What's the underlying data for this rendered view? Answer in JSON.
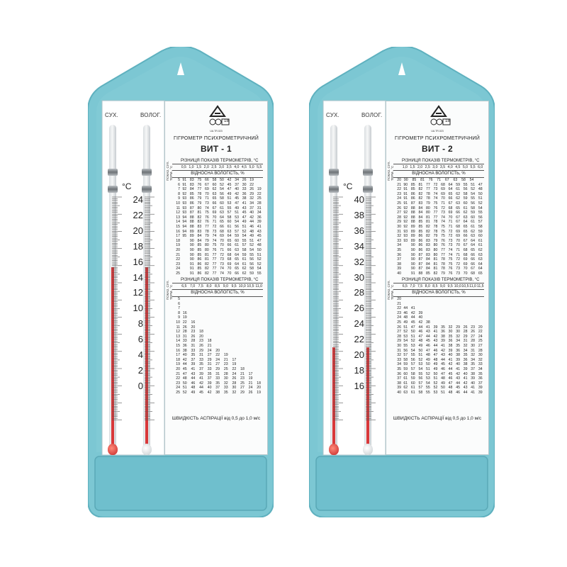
{
  "colors": {
    "body": "#7cc7d3",
    "body_dark": "#5fb1bf",
    "base": "#6fbfcd",
    "mercury": "#d9383a",
    "card": "#fbfcfc"
  },
  "units": [
    {
      "dry_label": "СУХ.",
      "wet_label": "ВОЛОГ.",
      "unit_symbol": "°C",
      "scale": [
        "24",
        "22",
        "20",
        "18",
        "16",
        "14",
        "12",
        "10",
        "8",
        "6",
        "4",
        "2",
        "0"
      ],
      "cert_mark": "UA.TR.023",
      "cert_number": "18",
      "device_title": "ГІГРОМЕТР ПСИХРОМЕТРИЧНИЙ",
      "model": "ВИТ - 1",
      "diff_header": "РІЗНИЦЯ ПОКАЗІВ ТЕРМОМЕТРІВ, °С",
      "diff_values_1": [
        "0,5",
        "1,0",
        "1,5",
        "2,0",
        "2,5",
        "3,0",
        "3,5",
        "4,0",
        "4,5",
        "5,0",
        "5,5"
      ],
      "humidity_label": "ВІДНОСНА ВОЛОГІСТЬ, %",
      "side_tag": "ПОКАЗ. СУХ. ТЕРМ., °С",
      "rows_1": [
        [
          "5",
          "91",
          "83",
          "75",
          "66",
          "58",
          "50",
          "42",
          "34",
          "26",
          "19",
          ""
        ],
        [
          "6",
          "91",
          "83",
          "76",
          "67",
          "60",
          "52",
          "45",
          "37",
          "30",
          "22",
          ""
        ],
        [
          "7",
          "92",
          "84",
          "77",
          "69",
          "62",
          "54",
          "47",
          "40",
          "33",
          "26",
          "19"
        ],
        [
          "8",
          "92",
          "85",
          "78",
          "70",
          "63",
          "56",
          "49",
          "42",
          "36",
          "29",
          "22"
        ],
        [
          "9",
          "93",
          "86",
          "79",
          "71",
          "65",
          "58",
          "51",
          "45",
          "38",
          "32",
          "25"
        ],
        [
          "10",
          "93",
          "86",
          "79",
          "73",
          "66",
          "60",
          "53",
          "47",
          "41",
          "34",
          "28"
        ],
        [
          "11",
          "93",
          "87",
          "80",
          "74",
          "67",
          "61",
          "55",
          "49",
          "43",
          "37",
          "31"
        ],
        [
          "12",
          "93",
          "87",
          "81",
          "75",
          "69",
          "63",
          "57",
          "51",
          "45",
          "40",
          "34"
        ],
        [
          "13",
          "94",
          "88",
          "82",
          "76",
          "70",
          "64",
          "58",
          "53",
          "47",
          "42",
          "36"
        ],
        [
          "14",
          "94",
          "88",
          "82",
          "76",
          "71",
          "65",
          "60",
          "54",
          "49",
          "44",
          "39"
        ],
        [
          "15",
          "94",
          "88",
          "83",
          "77",
          "72",
          "66",
          "61",
          "56",
          "51",
          "46",
          "41"
        ],
        [
          "16",
          "94",
          "89",
          "83",
          "78",
          "73",
          "68",
          "63",
          "57",
          "52",
          "48",
          "43"
        ],
        [
          "17",
          "95",
          "89",
          "84",
          "79",
          "74",
          "69",
          "64",
          "59",
          "54",
          "49",
          "45"
        ],
        [
          "18",
          "",
          "90",
          "84",
          "79",
          "74",
          "70",
          "65",
          "60",
          "55",
          "51",
          "47"
        ],
        [
          "19",
          "",
          "90",
          "85",
          "80",
          "75",
          "70",
          "66",
          "61",
          "57",
          "52",
          "48"
        ],
        [
          "20",
          "",
          "90",
          "85",
          "80",
          "76",
          "71",
          "66",
          "63",
          "58",
          "54",
          "50"
        ],
        [
          "21",
          "",
          "90",
          "85",
          "81",
          "77",
          "72",
          "68",
          "64",
          "59",
          "55",
          "51"
        ],
        [
          "22",
          "",
          "90",
          "86",
          "81",
          "77",
          "73",
          "68",
          "65",
          "61",
          "56",
          "52"
        ],
        [
          "23",
          "",
          "91",
          "86",
          "82",
          "77",
          "73",
          "69",
          "64",
          "61",
          "56",
          "52"
        ],
        [
          "24",
          "",
          "91",
          "85",
          "82",
          "77",
          "74",
          "70",
          "65",
          "62",
          "58",
          "54"
        ],
        [
          "25",
          "",
          "91",
          "86",
          "82",
          "77",
          "74",
          "70",
          "66",
          "62",
          "59",
          "55"
        ]
      ],
      "diff_values_2": [
        "6,5",
        "7,0",
        "7,5",
        "8,0",
        "8,5",
        "9,0",
        "9,5",
        "10,0",
        "10,5",
        "11,0"
      ],
      "rows_2": [
        [
          "5",
          "",
          "",
          "",
          "",
          "",
          "",
          "",
          "",
          "",
          ""
        ],
        [
          "6",
          "",
          "",
          "",
          "",
          "",
          "",
          "",
          "",
          "",
          ""
        ],
        [
          "7",
          "",
          "",
          "",
          "",
          "",
          "",
          "",
          "",
          "",
          ""
        ],
        [
          "8",
          "16",
          "",
          "",
          "",
          "",
          "",
          "",
          "",
          "",
          ""
        ],
        [
          "9",
          "19",
          "",
          "",
          "",
          "",
          "",
          "",
          "",
          "",
          ""
        ],
        [
          "10",
          "22",
          "16",
          "",
          "",
          "",
          "",
          "",
          "",
          "",
          ""
        ],
        [
          "11",
          "26",
          "20",
          "",
          "",
          "",
          "",
          "",
          "",
          "",
          ""
        ],
        [
          "12",
          "28",
          "23",
          "18",
          "",
          "",
          "",
          "",
          "",
          "",
          ""
        ],
        [
          "13",
          "31",
          "26",
          "20",
          "",
          "",
          "",
          "",
          "",
          "",
          ""
        ],
        [
          "14",
          "33",
          "28",
          "23",
          "18",
          "",
          "",
          "",
          "",
          "",
          ""
        ],
        [
          "15",
          "36",
          "31",
          "26",
          "21",
          "",
          "",
          "",
          "",
          "",
          ""
        ],
        [
          "16",
          "38",
          "33",
          "29",
          "24",
          "20",
          "",
          "",
          "",
          "",
          ""
        ],
        [
          "17",
          "40",
          "35",
          "31",
          "27",
          "22",
          "19",
          "",
          "",
          "",
          ""
        ],
        [
          "18",
          "42",
          "37",
          "33",
          "29",
          "24",
          "21",
          "17",
          "",
          "",
          ""
        ],
        [
          "19",
          "44",
          "39",
          "35",
          "31",
          "27",
          "23",
          "19",
          "",
          "",
          ""
        ],
        [
          "20",
          "45",
          "41",
          "37",
          "33",
          "29",
          "25",
          "22",
          "18",
          "",
          ""
        ],
        [
          "21",
          "47",
          "43",
          "39",
          "35",
          "31",
          "28",
          "24",
          "21",
          "17",
          ""
        ],
        [
          "22",
          "48",
          "44",
          "41",
          "37",
          "33",
          "30",
          "26",
          "23",
          "19",
          ""
        ],
        [
          "23",
          "50",
          "46",
          "42",
          "39",
          "35",
          "32",
          "28",
          "25",
          "21",
          "18"
        ],
        [
          "24",
          "51",
          "48",
          "44",
          "40",
          "37",
          "33",
          "30",
          "27",
          "24",
          "20"
        ],
        [
          "25",
          "52",
          "49",
          "45",
          "42",
          "38",
          "35",
          "32",
          "29",
          "26",
          "19"
        ]
      ],
      "aspiration": "ШВИДКІСТЬ АСПІРАЦІЇ від 0,5 до 1,0 м/с",
      "dry_level": 0.72,
      "wet_level": 0.72
    },
    {
      "dry_label": "СУХ.",
      "wet_label": "ВОЛОГ.",
      "unit_symbol": "°C",
      "scale": [
        "40",
        "38",
        "36",
        "34",
        "32",
        "30",
        "28",
        "26",
        "24",
        "22",
        "20",
        "18",
        "16"
      ],
      "cert_mark": "UA.TR.023",
      "cert_number": "18",
      "device_title": "ГІГРОМЕТР ПСИХРОМЕТРИЧНИЙ",
      "model": "ВИТ - 2",
      "diff_header": "РІЗНИЦЯ ПОКАЗІВ ТЕРМОМЕТРІВ, °С",
      "diff_values_1": [
        "1,0",
        "1,5",
        "2,0",
        "2,5",
        "3,0",
        "3,5",
        "4,0",
        "4,5",
        "5,0",
        "5,5",
        "6,0"
      ],
      "humidity_label": "ВІДНОСНА ВОЛОГІСТЬ, %",
      "side_tag": "ПОКАЗ. СУХ. ТЕРМ., °С",
      "rows_1": [
        [
          "20",
          "90",
          "85",
          "81",
          "76",
          "71",
          "67",
          "63",
          "58",
          "54",
          ""
        ],
        [
          "21",
          "90",
          "85",
          "81",
          "77",
          "72",
          "68",
          "64",
          "59",
          "55",
          "51",
          "47"
        ],
        [
          "22",
          "91",
          "85",
          "82",
          "77",
          "73",
          "69",
          "64",
          "61",
          "56",
          "52",
          "48"
        ],
        [
          "23",
          "91",
          "86",
          "82",
          "78",
          "74",
          "69",
          "65",
          "62",
          "58",
          "54",
          "50"
        ],
        [
          "24",
          "91",
          "86",
          "82",
          "78",
          "74",
          "70",
          "66",
          "62",
          "59",
          "55",
          "51"
        ],
        [
          "25",
          "91",
          "87",
          "83",
          "79",
          "75",
          "71",
          "67",
          "63",
          "60",
          "56",
          "52"
        ],
        [
          "26",
          "92",
          "88",
          "84",
          "80",
          "76",
          "72",
          "68",
          "65",
          "61",
          "58",
          "54"
        ],
        [
          "27",
          "92",
          "88",
          "84",
          "80",
          "77",
          "73",
          "69",
          "66",
          "62",
          "59",
          "55"
        ],
        [
          "28",
          "92",
          "88",
          "84",
          "81",
          "77",
          "74",
          "70",
          "67",
          "63",
          "60",
          "56"
        ],
        [
          "29",
          "92",
          "88",
          "85",
          "81",
          "78",
          "74",
          "71",
          "67",
          "64",
          "61",
          "57"
        ],
        [
          "30",
          "92",
          "89",
          "85",
          "82",
          "78",
          "75",
          "71",
          "68",
          "65",
          "61",
          "58"
        ],
        [
          "31",
          "93",
          "89",
          "85",
          "82",
          "78",
          "75",
          "72",
          "69",
          "65",
          "62",
          "59"
        ],
        [
          "32",
          "93",
          "89",
          "86",
          "82",
          "79",
          "75",
          "72",
          "69",
          "66",
          "63",
          "60"
        ],
        [
          "33",
          "93",
          "89",
          "86",
          "83",
          "79",
          "76",
          "73",
          "70",
          "67",
          "64",
          "61"
        ],
        [
          "34",
          "",
          "90",
          "86",
          "83",
          "80",
          "76",
          "73",
          "70",
          "67",
          "64",
          "61"
        ],
        [
          "35",
          "",
          "90",
          "86",
          "83",
          "80",
          "77",
          "74",
          "71",
          "68",
          "65",
          "62"
        ],
        [
          "36",
          "",
          "90",
          "87",
          "83",
          "80",
          "77",
          "74",
          "71",
          "68",
          "66",
          "63"
        ],
        [
          "37",
          "",
          "90",
          "87",
          "84",
          "81",
          "78",
          "75",
          "72",
          "69",
          "66",
          "63"
        ],
        [
          "38",
          "",
          "90",
          "87",
          "84",
          "81",
          "78",
          "75",
          "72",
          "69",
          "66",
          "64"
        ],
        [
          "39",
          "",
          "90",
          "87",
          "84",
          "81",
          "78",
          "76",
          "73",
          "70",
          "67",
          "64"
        ],
        [
          "40",
          "",
          "91",
          "88",
          "85",
          "82",
          "79",
          "76",
          "73",
          "70",
          "68",
          "65"
        ]
      ],
      "diff_values_2": [
        "6,5",
        "7,0",
        "7,5",
        "8,0",
        "8,5",
        "9,0",
        "9,5",
        "10,0",
        "10,5",
        "11,0",
        "11,5"
      ],
      "rows_2": [
        [
          "20",
          "",
          "",
          "",
          "",
          "",
          "",
          "",
          "",
          "",
          "",
          ""
        ],
        [
          "21",
          "",
          "",
          "",
          "",
          "",
          "",
          "",
          "",
          "",
          "",
          ""
        ],
        [
          "22",
          "44",
          "41",
          "",
          "",
          "",
          "",
          "",
          "",
          "",
          "",
          ""
        ],
        [
          "23",
          "46",
          "42",
          "39",
          "",
          "",
          "",
          "",
          "",
          "",
          "",
          ""
        ],
        [
          "24",
          "48",
          "44",
          "40",
          "",
          "",
          "",
          "",
          "",
          "",
          "",
          ""
        ],
        [
          "25",
          "49",
          "45",
          "42",
          "38",
          "",
          "",
          "",
          "",
          "",
          "",
          ""
        ],
        [
          "26",
          "51",
          "47",
          "44",
          "41",
          "39",
          "35",
          "32",
          "29",
          "26",
          "23",
          "20"
        ],
        [
          "27",
          "52",
          "50",
          "46",
          "43",
          "41",
          "36",
          "30",
          "30",
          "28",
          "26",
          "22"
        ],
        [
          "28",
          "53",
          "51",
          "47",
          "44",
          "42",
          "38",
          "35",
          "32",
          "29",
          "27",
          "24"
        ],
        [
          "29",
          "54",
          "52",
          "48",
          "45",
          "43",
          "39",
          "36",
          "34",
          "31",
          "28",
          "25"
        ],
        [
          "30",
          "55",
          "53",
          "49",
          "46",
          "44",
          "41",
          "38",
          "35",
          "32",
          "30",
          "27"
        ],
        [
          "31",
          "56",
          "54",
          "50",
          "47",
          "46",
          "42",
          "39",
          "36",
          "34",
          "31",
          "28"
        ],
        [
          "32",
          "57",
          "55",
          "51",
          "48",
          "47",
          "43",
          "40",
          "38",
          "35",
          "32",
          "30"
        ],
        [
          "33",
          "58",
          "56",
          "52",
          "49",
          "48",
          "44",
          "41",
          "39",
          "36",
          "34",
          "32"
        ],
        [
          "34",
          "59",
          "57",
          "53",
          "50",
          "49",
          "45",
          "42",
          "40",
          "38",
          "35",
          "33"
        ],
        [
          "35",
          "59",
          "57",
          "54",
          "51",
          "49",
          "46",
          "44",
          "41",
          "39",
          "37",
          "34"
        ],
        [
          "36",
          "60",
          "58",
          "55",
          "52",
          "50",
          "47",
          "45",
          "42",
          "40",
          "38",
          "35"
        ],
        [
          "37",
          "61",
          "59",
          "56",
          "53",
          "51",
          "48",
          "46",
          "43",
          "41",
          "39",
          "36"
        ],
        [
          "38",
          "61",
          "60",
          "57",
          "54",
          "52",
          "49",
          "47",
          "44",
          "42",
          "40",
          "37"
        ],
        [
          "39",
          "62",
          "61",
          "57",
          "55",
          "52",
          "50",
          "48",
          "45",
          "43",
          "41",
          "39"
        ],
        [
          "40",
          "63",
          "61",
          "58",
          "55",
          "53",
          "51",
          "48",
          "46",
          "44",
          "41",
          "39"
        ]
      ],
      "aspiration": "ШВИДКІСТЬ АСПІРАЦІЇ від 0,5 до 1,0 м/с",
      "dry_level": 0.4,
      "wet_level": 0.4
    }
  ]
}
